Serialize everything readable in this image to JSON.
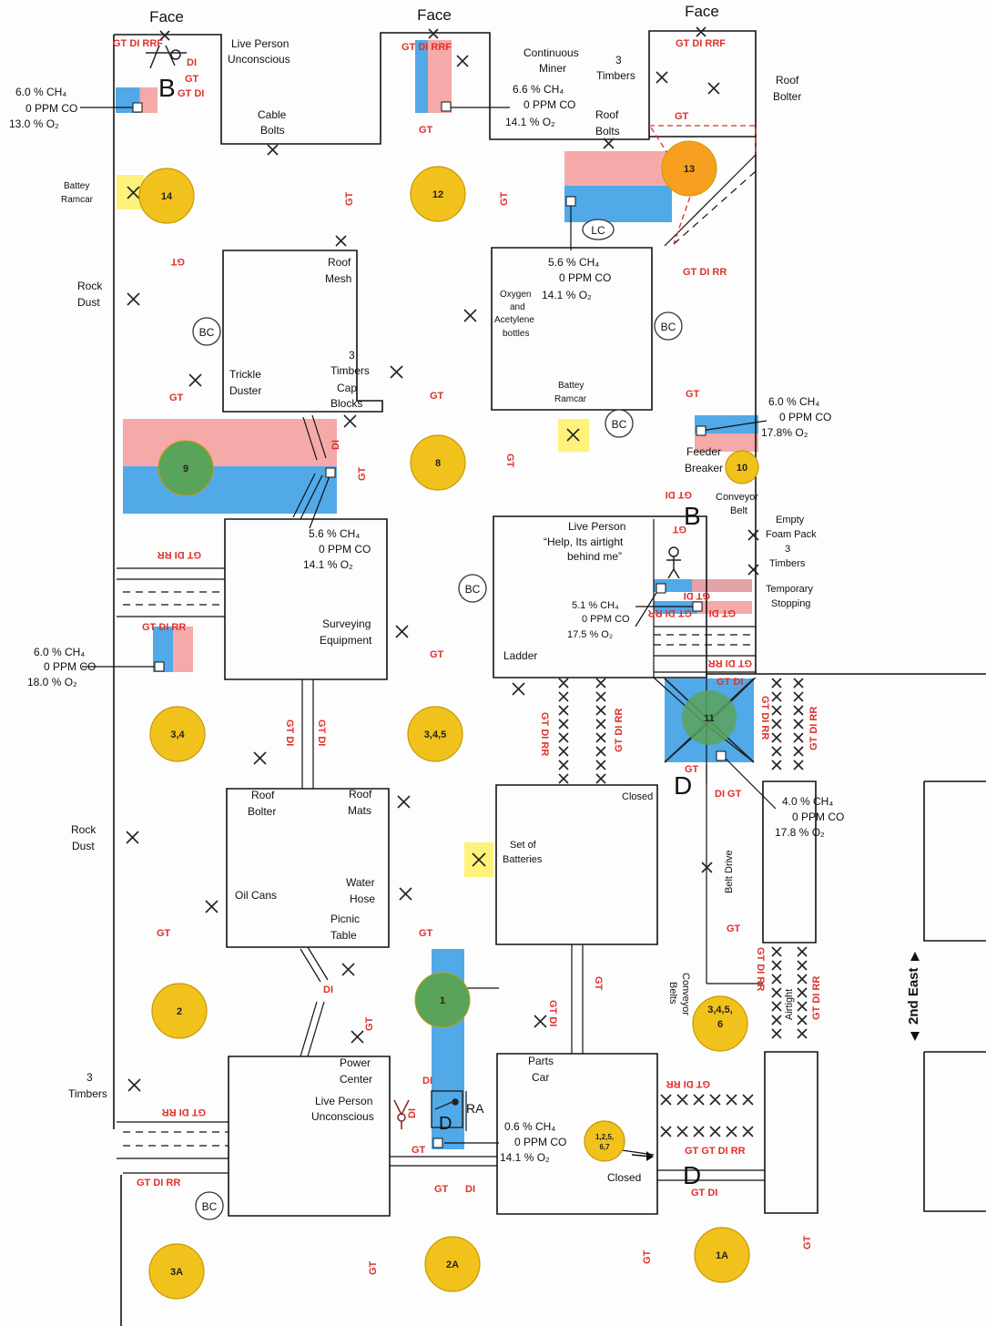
{
  "colors": {
    "gold": "#f2c21c",
    "red_text": "#e0302a",
    "pink_fill": "#f4a0a0",
    "blue_fill": "#3ea0e6",
    "green_circle": "#5aa35a",
    "highlight_yellow": "#fff27a"
  },
  "face_labels": [
    "Face",
    "Face",
    "Face"
  ],
  "labels": {
    "live_person_top": [
      "Live Person",
      "Unconscious"
    ],
    "cable_bolts": [
      "Cable",
      "Bolts"
    ],
    "continuous_miner": [
      "Continuous",
      "Miner"
    ],
    "three_timbers_top": [
      "3",
      "Timbers"
    ],
    "roof_bolts_top": [
      "Roof",
      "Bolts"
    ],
    "roof_bolter_top": [
      "Roof",
      "Bolter"
    ],
    "battery_ramcar_left": [
      "Battey",
      "Ramcar"
    ],
    "rock_dust_1": [
      "Rock",
      "Dust"
    ],
    "roof_mesh": [
      "Roof",
      "Mesh"
    ],
    "three_timbers_cap": [
      "3",
      "Timbers",
      "Cap",
      "Blocks"
    ],
    "trickle_duster": [
      "Trickle",
      "Duster"
    ],
    "oxygen_acetylene": [
      "Oxygen",
      "and",
      "Acetylene",
      "bottles"
    ],
    "battery_ramcar_mid": [
      "Battey",
      "Ramcar"
    ],
    "feeder_breaker": [
      "Feeder",
      "Breaker"
    ],
    "conveyor_belt": [
      "Conveyor",
      "Belt"
    ],
    "empty_foam": [
      "Empty",
      "Foam Pack",
      "3",
      "Timbers"
    ],
    "temporary_stopping": [
      "Temporary",
      "Stopping"
    ],
    "live_person_help": [
      "Live Person",
      "“Help, Its airtight",
      "behind me”"
    ],
    "ladder": "Ladder",
    "surveying": [
      "Surveying",
      "Equipment"
    ],
    "roof_bolter_mid": [
      "Roof",
      "Bolter"
    ],
    "roof_mats": [
      "Roof",
      "Mats"
    ],
    "oil_cans": "Oil Cans",
    "water_hose": [
      "Water",
      "Hose"
    ],
    "picnic_table": [
      "Picnic",
      "Table"
    ],
    "rock_dust_2": [
      "Rock",
      "Dust"
    ],
    "set_of_batteries": [
      "Set of",
      "Batteries"
    ],
    "closed_1": "Closed",
    "closed_2": "Closed",
    "belt_drive": "Belt Drive",
    "conveyor_belts": [
      "Conveyor",
      "Belts"
    ],
    "airlight": "Airtight",
    "three_timbers_low": [
      "3",
      "Timbers"
    ],
    "power_center": [
      "Power",
      "Center"
    ],
    "live_person_low": [
      "Live Person",
      "Unconscious"
    ],
    "parts_car": [
      "Parts",
      "Car"
    ],
    "ra": "RA",
    "lc": "LC",
    "bc": "BC",
    "second_east": "2nd East"
  },
  "gas_readings": {
    "r1": [
      "6.0 % CH₄",
      "0 PPM CO",
      "13.0 % O₂"
    ],
    "r2": [
      "6.6 % CH₄",
      "0 PPM CO",
      "14.1 % O₂"
    ],
    "r3": [
      "5.6 % CH₄",
      "0 PPM CO",
      "14.1 % O₂"
    ],
    "r4": [
      "6.0 % CH₄",
      "0 PPM CO",
      "17.8% O₂"
    ],
    "r5": [
      "5.6 % CH₄",
      "0 PPM CO",
      "14.1 % O₂"
    ],
    "r6": [
      "5.1 % CH₄",
      "0 PPM CO",
      "17.5 % O₂"
    ],
    "r7": [
      "6.0 % CH₄",
      "0 PPM CO",
      "18.0 % O₂"
    ],
    "r8": [
      "4.0 % CH₄",
      "0 PPM CO",
      "17.8 % O₂"
    ],
    "r9": [
      "0.6 % CH₄",
      "0 PPM CO",
      "14.1 % O₂"
    ]
  },
  "crosscut_numbers": {
    "n14": "14",
    "n12": "12",
    "n13": "13",
    "n8": "8",
    "n9": "9",
    "n10": "10",
    "n11": "11",
    "n34a": "3,4",
    "n345": "3,4,5",
    "n2": "2",
    "n1": "1",
    "n3456": "3,4,5, 6",
    "n1257": "1,2,5, 6,7",
    "n3a": "3A",
    "n2a": "2A",
    "n1a": "1A"
  },
  "letters": {
    "B": "B",
    "D": "D"
  },
  "red_marks": {
    "gt": "GT",
    "di": "DI",
    "gtdi": "GT DI",
    "gtdirr": "GT DI RR",
    "gtdirrf": "GT DI RRF",
    "gtgtdirr": "GT GT DI RR",
    "digt": "DI GT",
    "gtdi_rr": "GT DI RR"
  }
}
